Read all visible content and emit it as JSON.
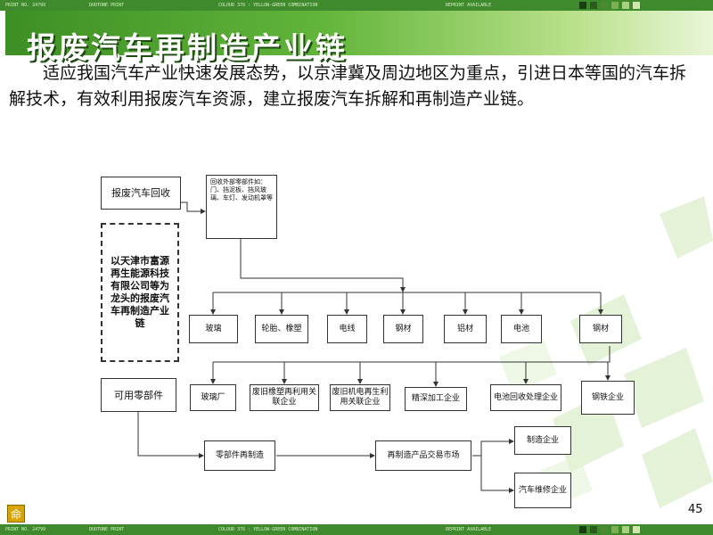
{
  "banner": {
    "top": [
      "PRINT NO. 24799",
      "DUOTONE PRINT",
      "COLOUR 376 : YELLOW-GREEN COMBINATION",
      "REPRINT AVAILABLE"
    ],
    "bottom": [
      "PRINT NO. 24799",
      "DUOTONE PRINT",
      "COLOUR 376 : YELLOW-GREEN COMBINATION",
      "REPRINT AVAILABLE"
    ]
  },
  "title": "报废汽车再制造产业链",
  "intro": "适应我国汽车产业快速发展态势，以京津冀及周边地区为重点，引进日本等国的汽车拆解技术，有效利用报废汽车资源，建立报废汽车拆解和再制造产业链。",
  "diagram": {
    "source": "报废汽车回收",
    "recycle_parts": "回收外部零部件如：门、挡泥板、挡风玻璃、车灯、发动机罩等",
    "lead_company": "以天津市富源再生能源科技有限公司等为龙头的报废汽车再制造产业链",
    "materials": [
      "玻璃",
      "轮胎、橡塑",
      "电线",
      "钢材",
      "铝材",
      "电池",
      "钢材"
    ],
    "enterprises": [
      "玻璃厂",
      "废旧橡塑再利用关联企业",
      "废旧机电再生利用关联企业",
      "精深加工企业",
      "电池回收处理企业",
      "钢铁企业"
    ],
    "usable_parts": "可用零部件",
    "remanufacture": "零部件再制造",
    "market": "再制造产品交易市场",
    "outputs": [
      "制造企业",
      "汽车维修企业"
    ]
  },
  "page_number": "45",
  "logo_text": "命",
  "colors": {
    "band": "#3f8a2c",
    "title_green": "#4ca12e"
  }
}
